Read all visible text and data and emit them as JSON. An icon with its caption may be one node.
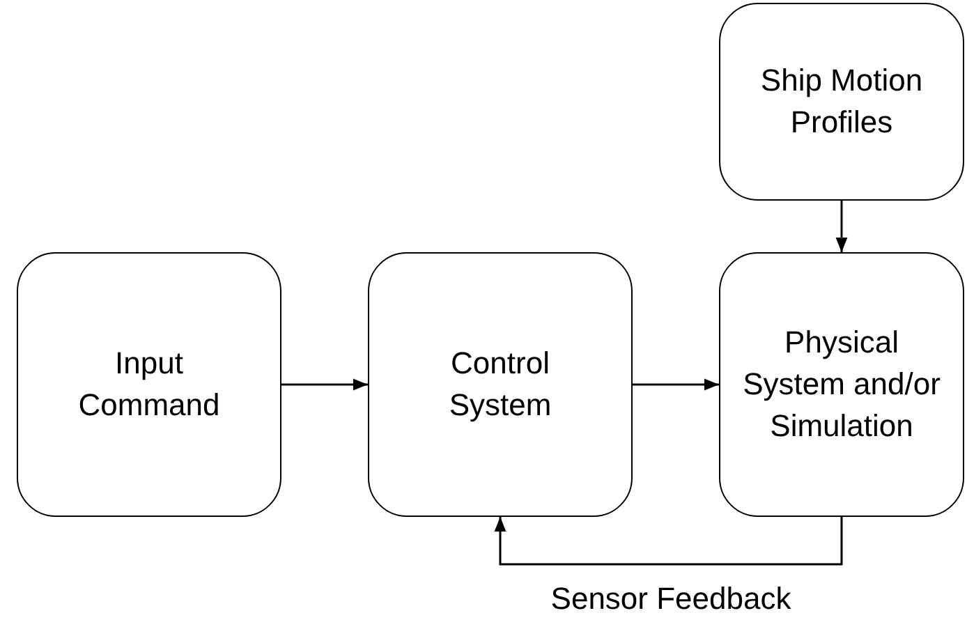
{
  "diagram": {
    "nodes": [
      {
        "text": [
          "Input Command"
        ]
      },
      {
        "text": [
          "Control System"
        ]
      },
      {
        "text": [
          "Physical System and/or Simulation"
        ]
      },
      {
        "text": [
          "Ship Motion Profiles"
        ]
      }
    ],
    "edges": [
      {
        "from": 0,
        "to": 1,
        "arrow": "to"
      },
      {
        "from": 1,
        "to": 2,
        "arrow": "to"
      },
      {
        "from": 3,
        "to": 2,
        "arrow": "to"
      },
      {
        "from": 2,
        "to": 1,
        "arrow": "to",
        "label": "Sensor Feedback"
      }
    ]
  }
}
